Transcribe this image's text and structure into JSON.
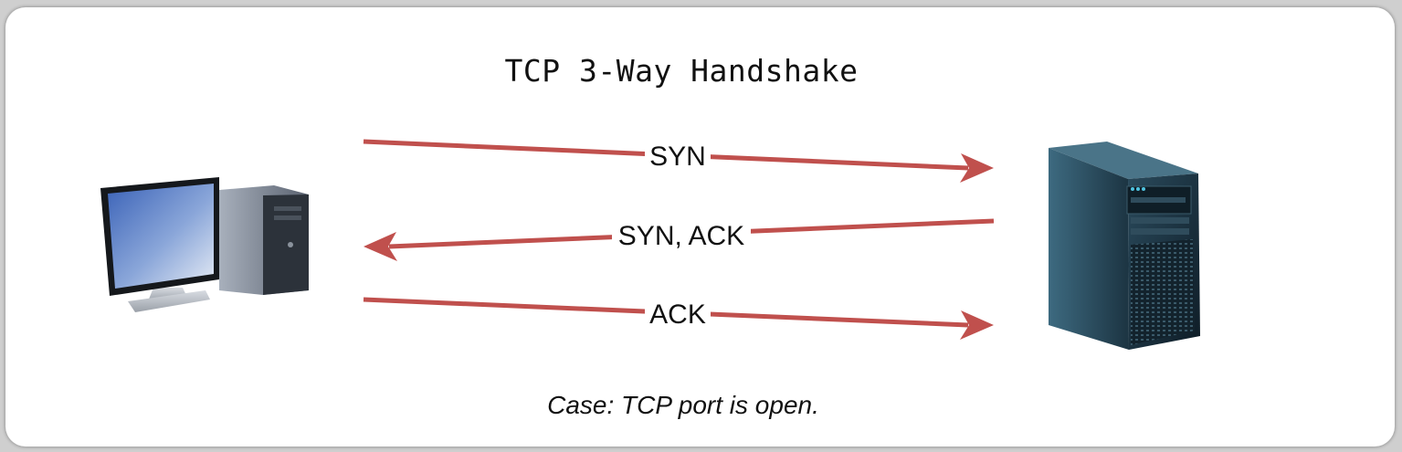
{
  "diagram": {
    "title": "TCP 3-Way Handshake",
    "caption": "Case: TCP port is open.",
    "nodes": {
      "client": "desktop-computer-icon",
      "server": "tower-server-icon"
    },
    "messages": [
      {
        "label": "SYN",
        "direction": "client-to-server"
      },
      {
        "label": "SYN, ACK",
        "direction": "server-to-client"
      },
      {
        "label": "ACK",
        "direction": "client-to-server"
      }
    ],
    "colors": {
      "arrow": "#c0504d",
      "background": "#ffffff"
    }
  }
}
